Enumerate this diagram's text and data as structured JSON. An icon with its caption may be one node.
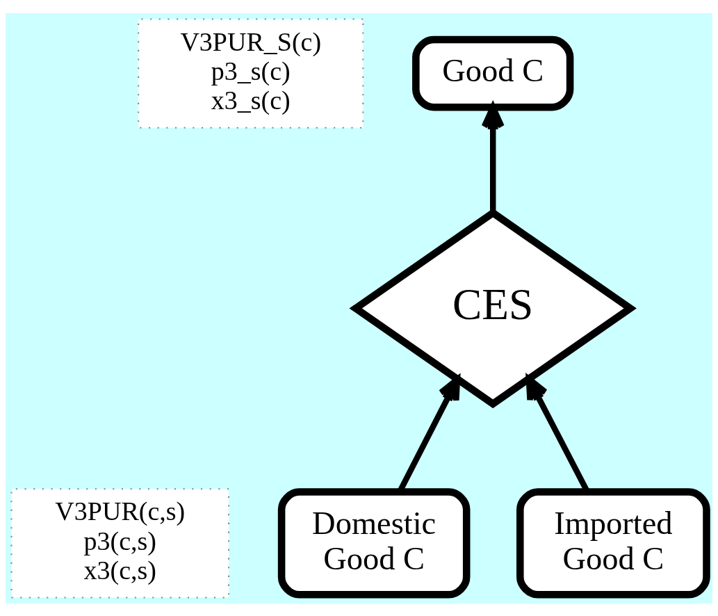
{
  "diagram": {
    "nodes": [
      {
        "text": [
          "Good C"
        ]
      },
      {
        "text": [
          "CES"
        ]
      },
      {
        "text": [
          "Domestic Good C"
        ]
      },
      {
        "text": [
          "Imported Good C"
        ]
      },
      {
        "text": [
          "V3PUR_S(c)",
          "p3_s(c)",
          "x3_s(c)"
        ]
      },
      {
        "text": [
          "V3PUR(c,s)",
          "p3(c,s)",
          "x3(c,s)"
        ]
      }
    ],
    "edges": [
      {
        "from": 1,
        "to": 0,
        "arrow": "to"
      },
      {
        "from": 2,
        "to": 1,
        "arrow": "to"
      },
      {
        "from": 3,
        "to": 1,
        "arrow": "to"
      }
    ]
  }
}
